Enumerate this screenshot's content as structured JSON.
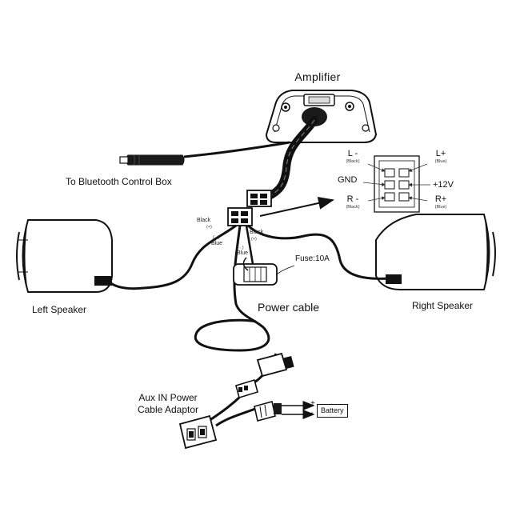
{
  "labels": {
    "amplifier": "Amplifier",
    "bluetooth": "To Bluetooth Control Box",
    "left_speaker": "Left Speaker",
    "right_speaker": "Right Speaker",
    "power_cable": "Power cable",
    "fuse": "Fuse:10A",
    "aux_line1": "Aux IN Power",
    "aux_line2": "Cable Adaptor",
    "battery": "Battery",
    "battery_plus": "+",
    "battery_minus": "-"
  },
  "connector_pins": {
    "l_minus": "L -",
    "l_minus_color": "(Black)",
    "l_plus": "L+",
    "l_plus_color": "(Blue)",
    "gnd": "GND",
    "plus12v": "+12V",
    "r_minus": "R -",
    "r_minus_color": "(Black)",
    "r_plus": "R+",
    "r_plus_color": "(Blue)"
  },
  "wire_tags": {
    "left_black": "Black",
    "left_black_sign": "(+)",
    "left_blue_sign": "( - )",
    "left_blue": "Blue",
    "right_black": "Black",
    "right_black_sign": "(+)",
    "right_blue_sign": "( - )",
    "right_blue": "Blue"
  },
  "colors": {
    "line": "#111111",
    "fill_light": "#ffffff",
    "shade": "#d9d9d9",
    "dark": "#1a1a1a"
  }
}
